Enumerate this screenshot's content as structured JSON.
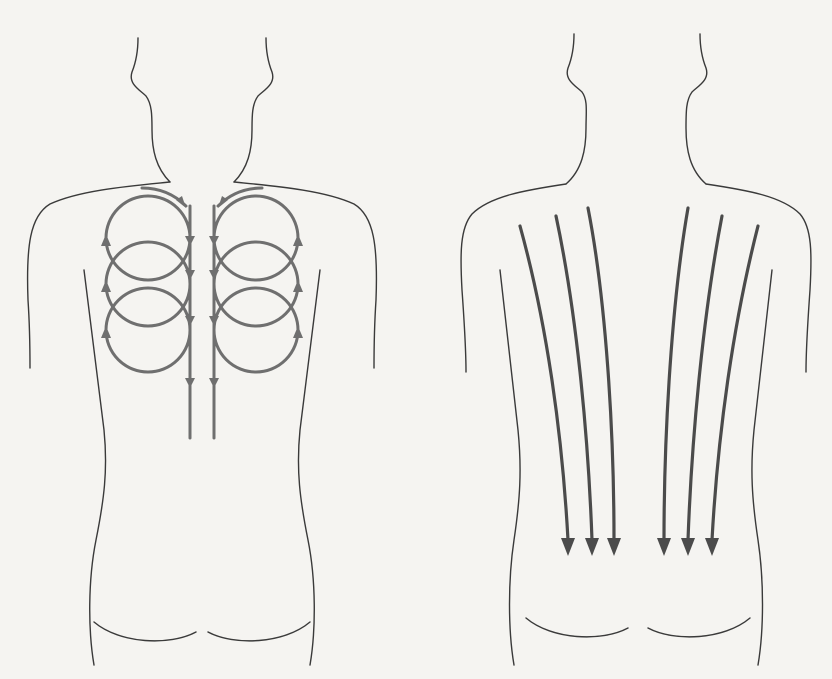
{
  "figures": [
    {
      "id": "circular-strokes",
      "technique": "circular",
      "stroke_color": "#6f6f6f"
    },
    {
      "id": "downward-strokes",
      "technique": "downward",
      "stroke_color": "#4b4b4b"
    }
  ],
  "outline_color": "#3a3a3a",
  "background_color": "#f5f4f1"
}
